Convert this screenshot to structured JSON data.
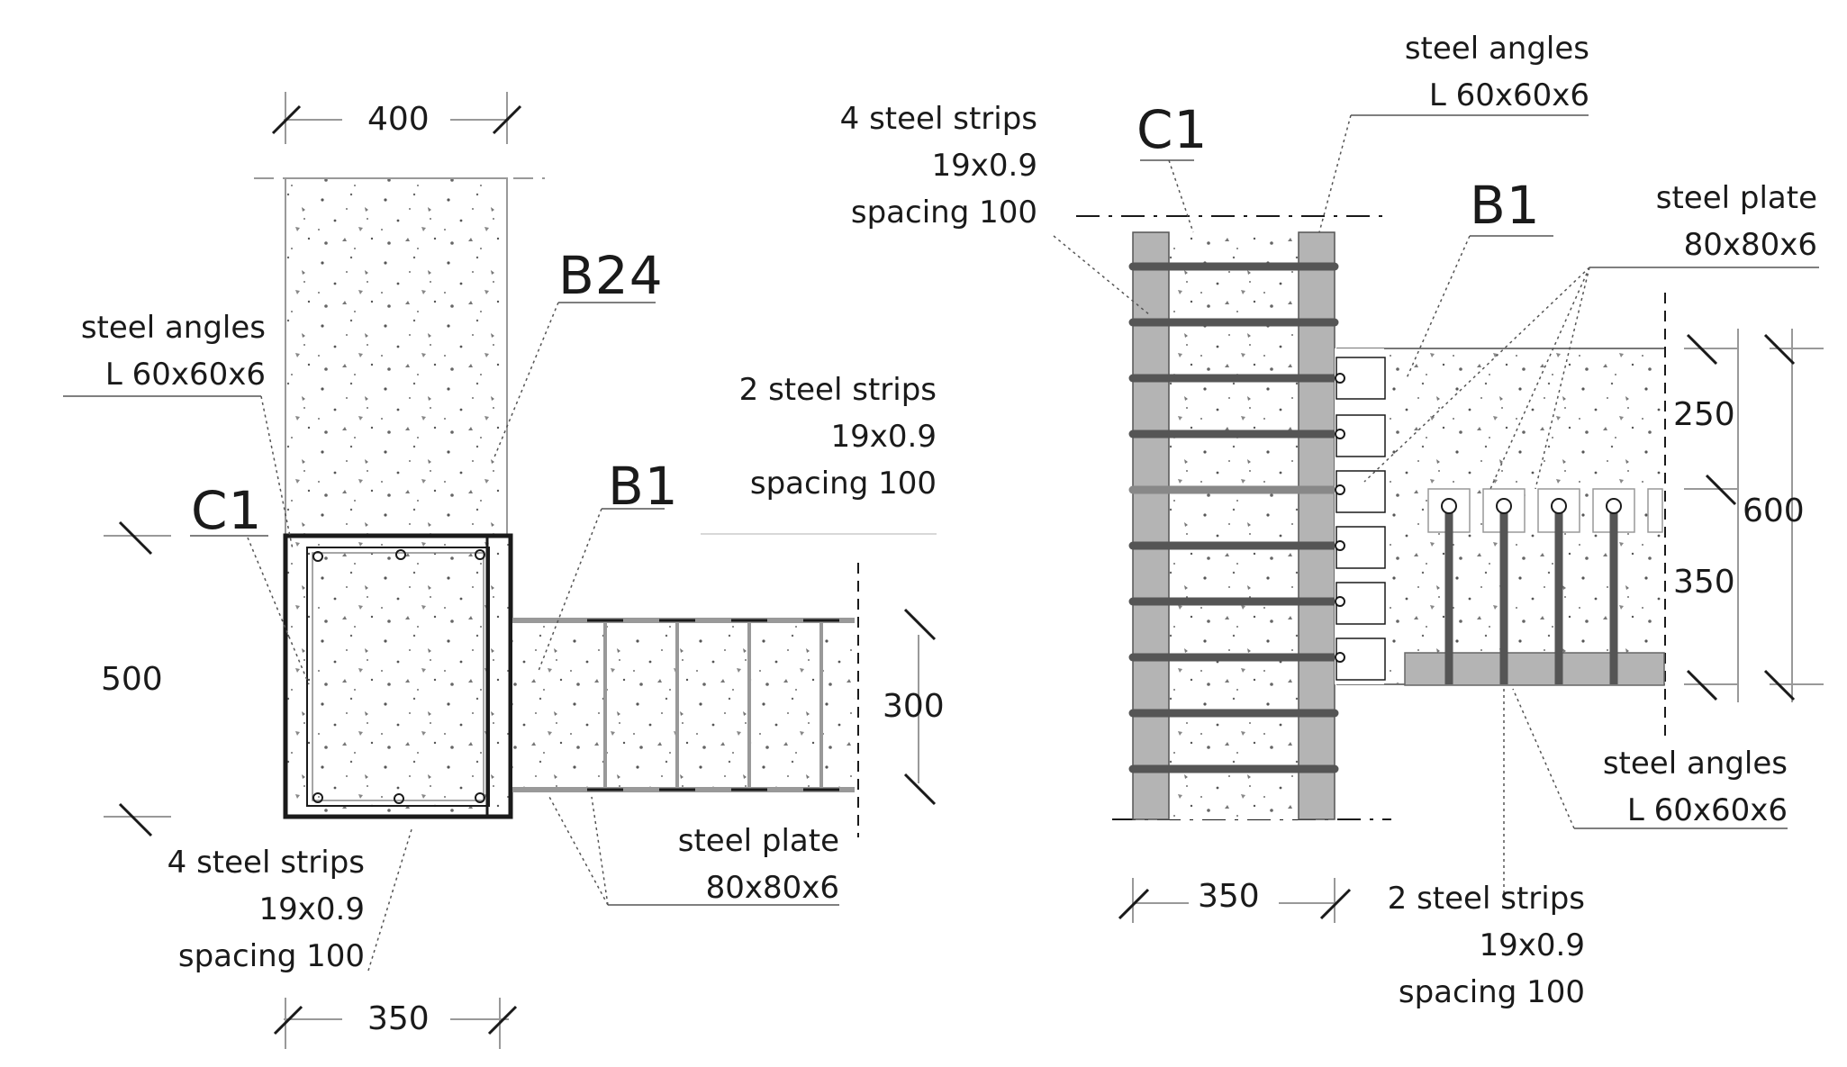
{
  "left_detail": {
    "dim_top": "400",
    "dim_bottom": "350",
    "dim_left": "500",
    "dim_right": "300",
    "column_tag": "C1",
    "beam_top_tag": "B24",
    "beam_right_tag": "B1",
    "angles_label": [
      "steel angles",
      "L 60x60x6"
    ],
    "strips_beam_label": [
      "2 steel strips",
      "19x0.9",
      "spacing 100"
    ],
    "strips_column_label": [
      "4 steel strips",
      "19x0.9",
      "spacing 100"
    ],
    "plate_label": [
      "steel plate",
      "80x80x6"
    ]
  },
  "right_detail": {
    "column_tag": "C1",
    "beam_tag": "B1",
    "dim_bottom": "350",
    "dim_250": "250",
    "dim_350": "350",
    "dim_600": "600",
    "angles_top_label": [
      "steel angles",
      "L 60x60x6"
    ],
    "strips_column_label": [
      "4 steel strips",
      "19x0.9",
      "spacing 100"
    ],
    "plate_label": [
      "steel plate",
      "80x80x6"
    ],
    "angles_bottom_label": [
      "steel angles",
      "L 60x60x6"
    ],
    "strips_beam_label": [
      "2 steel strips",
      "19x0.9",
      "spacing 100"
    ]
  }
}
